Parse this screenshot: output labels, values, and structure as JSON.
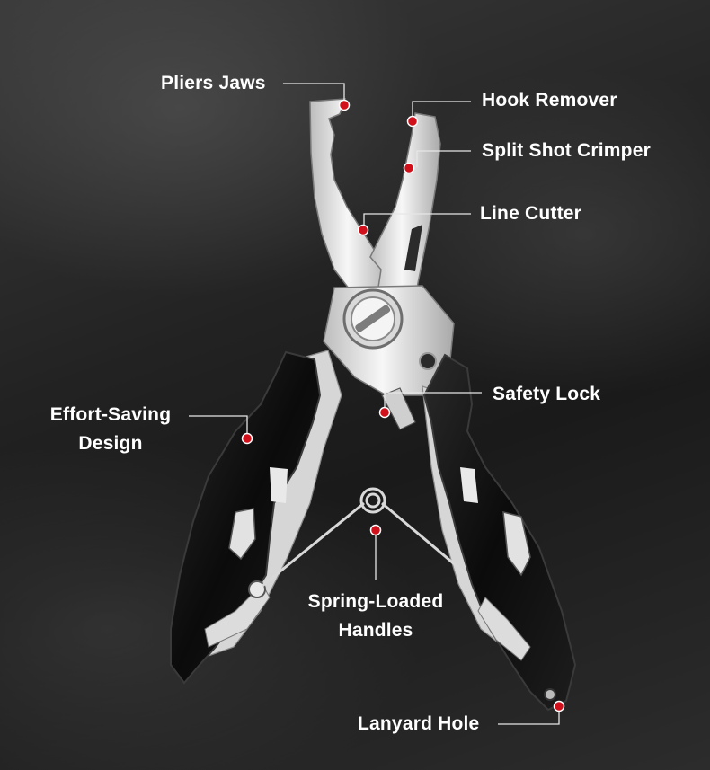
{
  "callouts": {
    "pliers_jaws": "Pliers Jaws",
    "hook_remover": "Hook Remover",
    "split_shot_crimper": "Split Shot Crimper",
    "line_cutter": "Line Cutter",
    "safety_lock": "Safety Lock",
    "effort_saving_line1": "Effort-Saving",
    "effort_saving_line2": "Design",
    "spring_loaded_line1": "Spring-Loaded",
    "spring_loaded_line2": "Handles",
    "lanyard_hole": "Lanyard Hole"
  },
  "colors": {
    "marker": "#d0101a",
    "label_text": "#ffffff",
    "leader_line": "#e6e6e6",
    "handle": "#0d0d0d",
    "steel": "#e8e8e8"
  },
  "icons": {
    "product": "fishing-pliers-icon",
    "marker": "red-dot-marker-icon"
  }
}
